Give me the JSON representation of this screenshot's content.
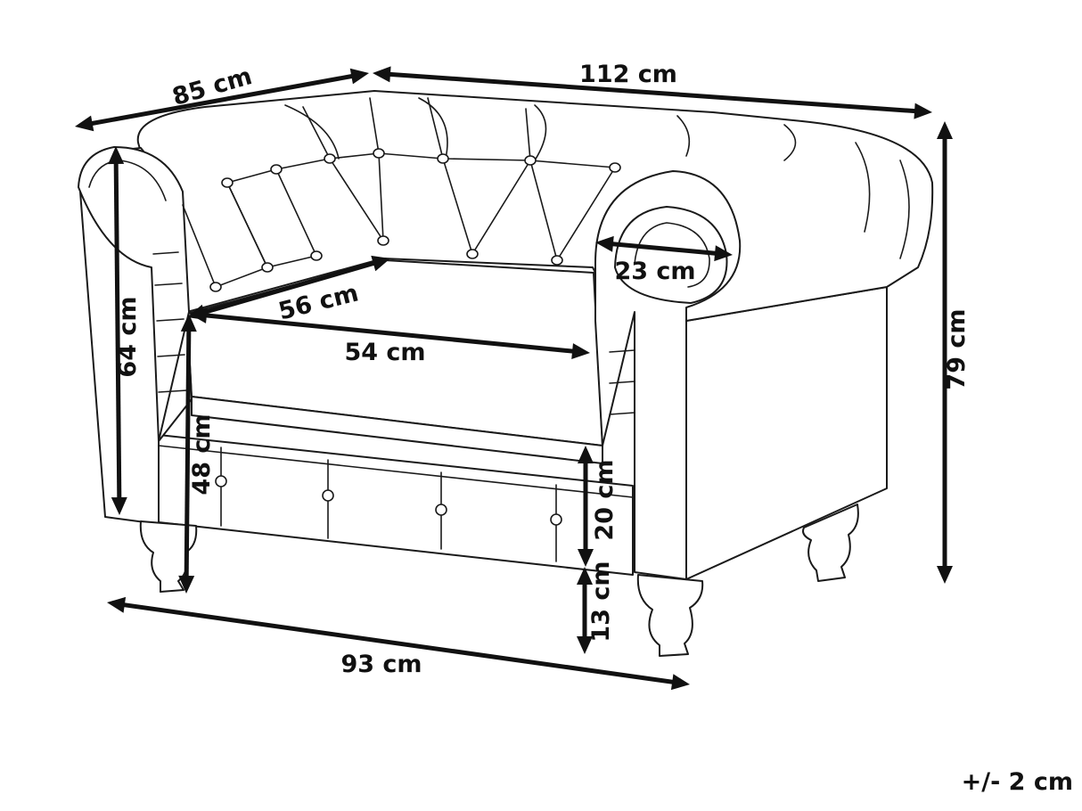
{
  "dimensions": {
    "depth_top": "85 cm",
    "width_top": "112 cm",
    "total_height": "79 cm",
    "arm_height": "64 cm",
    "seat_depth": "56 cm",
    "seat_width": "54 cm",
    "arm_width": "23 cm",
    "seat_height": "48 cm",
    "base_height": "20 cm",
    "leg_height": "13 cm",
    "width_bottom": "93 cm"
  },
  "tolerance": "+/- 2 cm",
  "colors": {
    "line": "#1a1a1a",
    "arrow": "#111111",
    "background": "#ffffff"
  }
}
